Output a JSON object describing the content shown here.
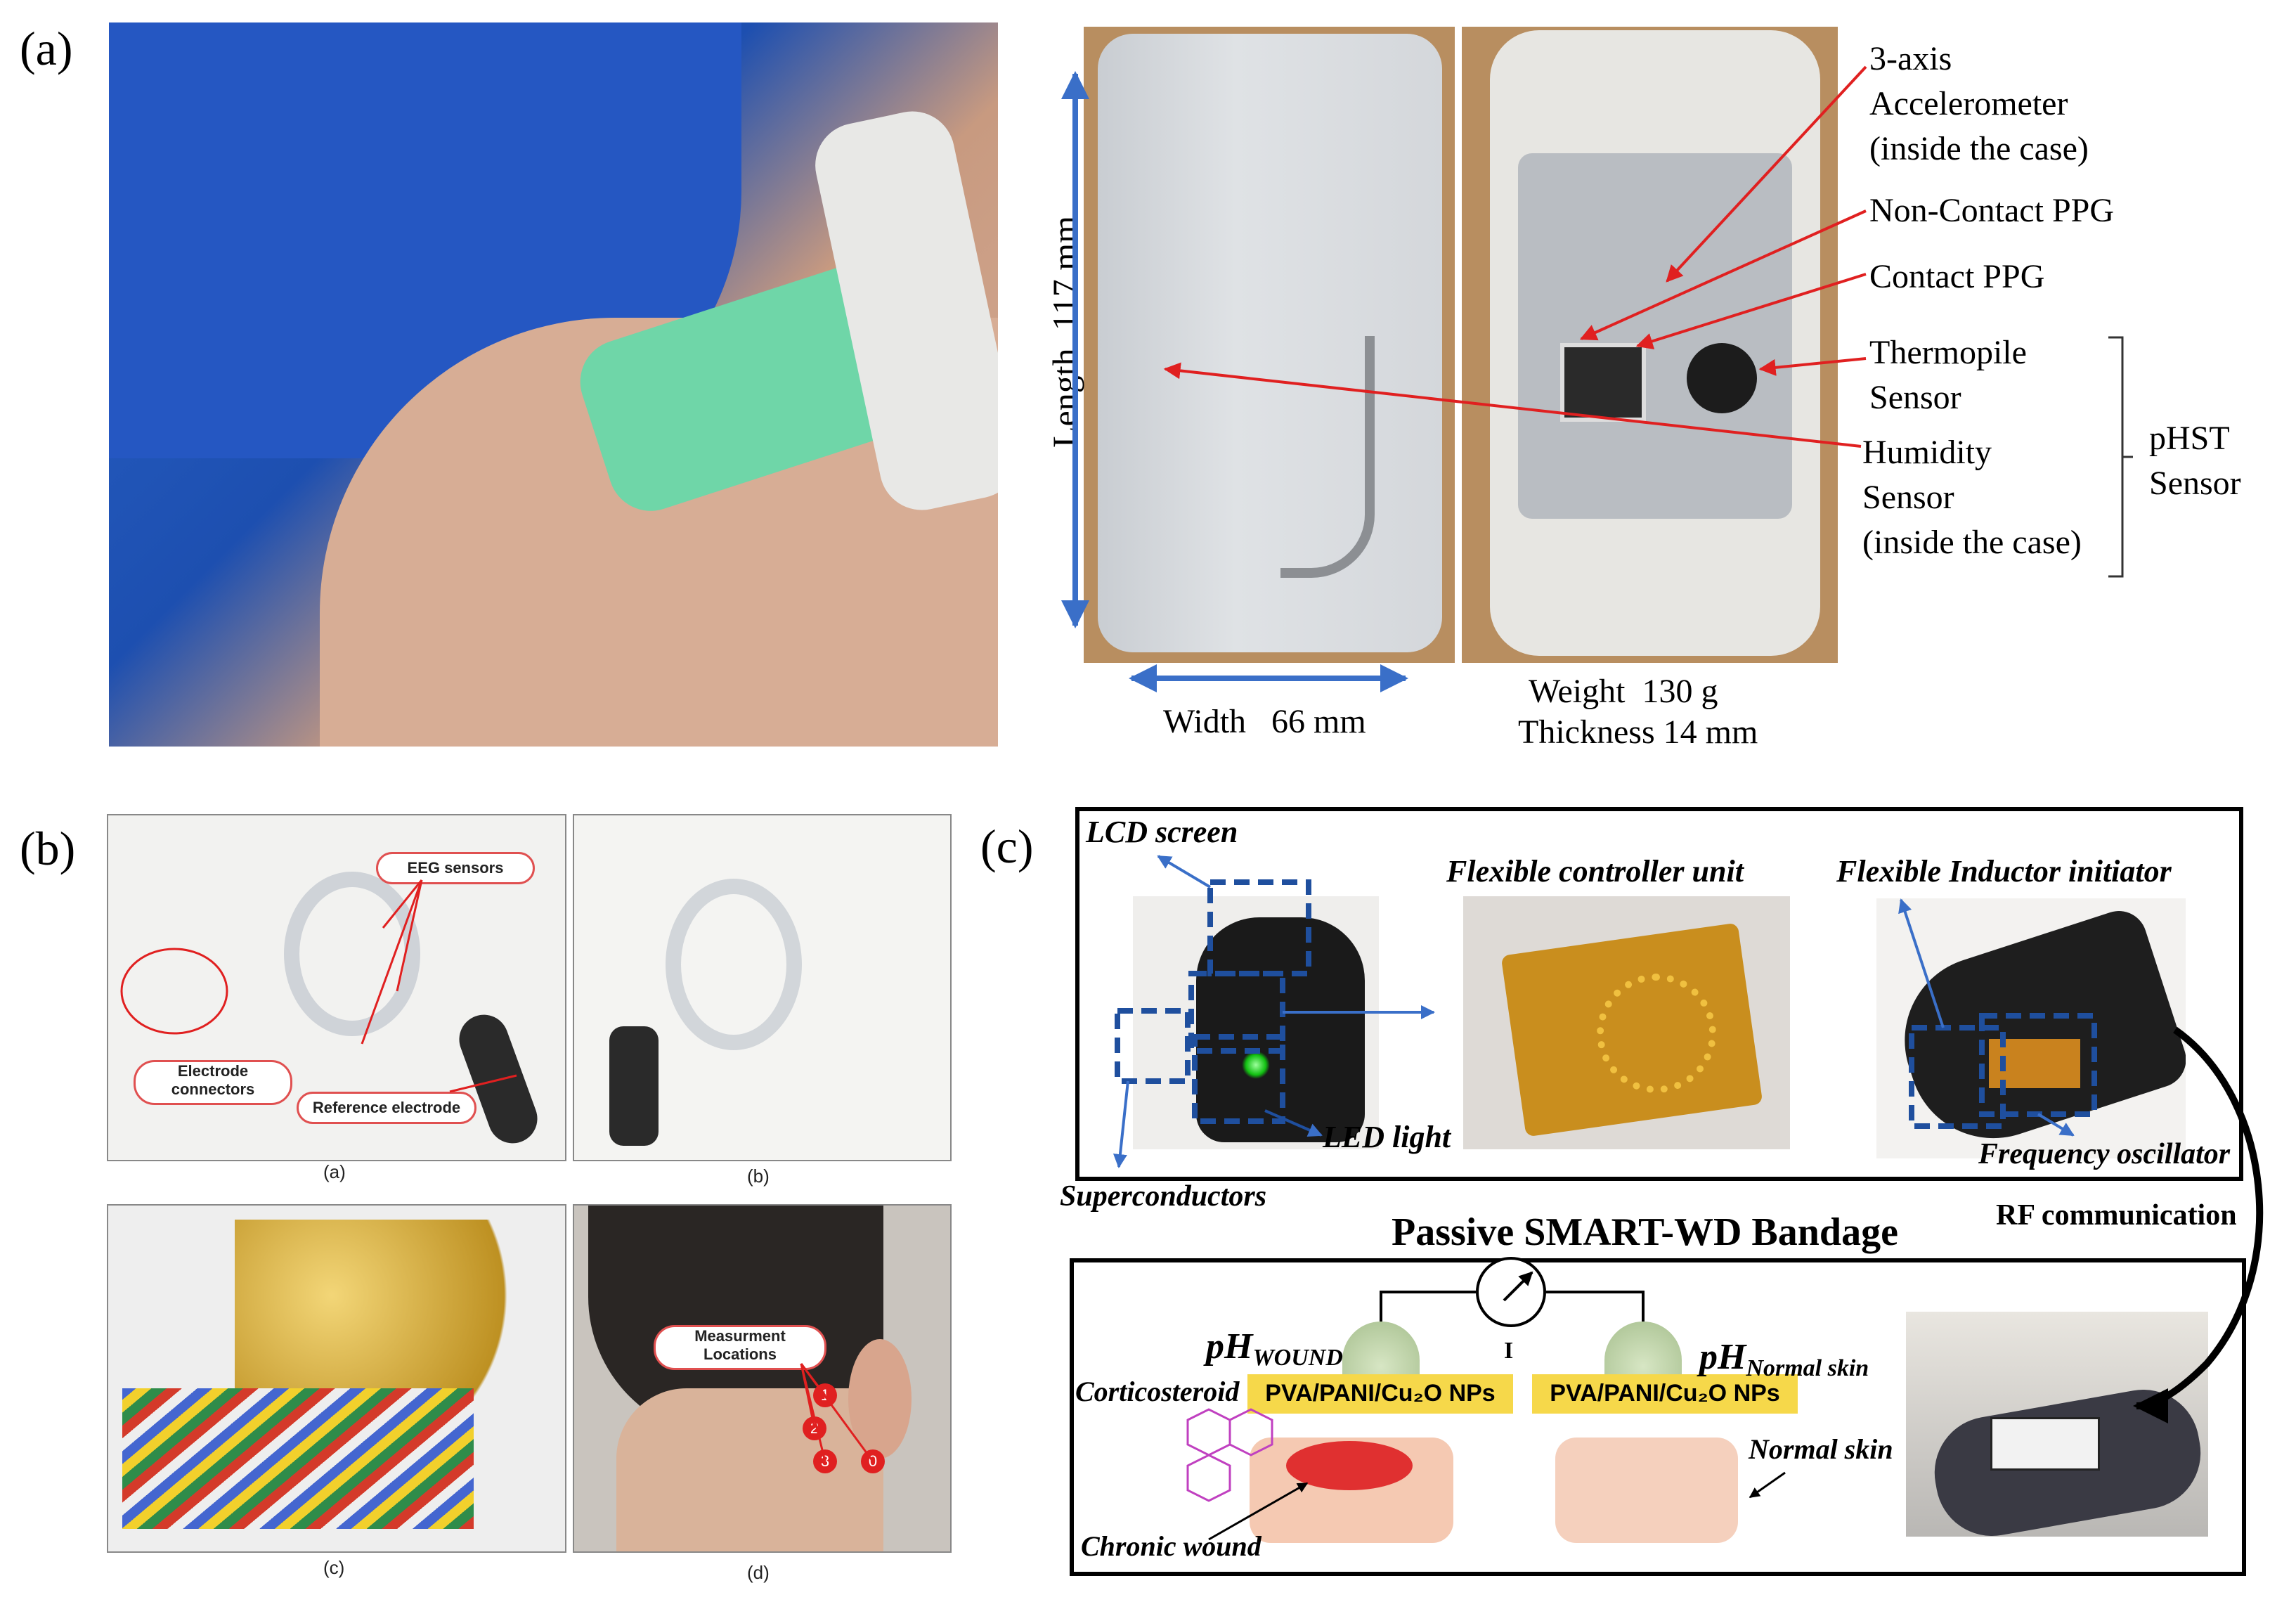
{
  "panels": {
    "a": "(a)",
    "b": "(b)",
    "c": "(c)"
  },
  "panel_a": {
    "length": "Length  117 mm",
    "width": "Width   66 mm",
    "weight": "Weight  130 g",
    "thickness": "Thickness 14 mm",
    "accelerometer": "3-axis\nAccelerometer\n(inside the case)",
    "noncontact_ppg": "Non-Contact PPG",
    "contact_ppg": "Contact PPG",
    "thermopile": "Thermopile\nSensor",
    "humidity": "Humidity\nSensor\n(inside the case)",
    "phst": "pHST\nSensor"
  },
  "panel_b": {
    "eeg_sensors": "EEG sensors",
    "electrode_connectors": "Electrode\nconnectors",
    "reference_electrode": "Reference electrode",
    "measurement_locations": "Measurment\nLocations",
    "sub_a": "(a)",
    "sub_b": "(b)",
    "sub_c": "(c)",
    "sub_d": "(d)",
    "markers": [
      "1",
      "2",
      "3",
      "0"
    ]
  },
  "panel_c": {
    "lcd_screen": "LCD screen",
    "flexible_controller": "Flexible controller unit",
    "flexible_inductor": "Flexible Inductor initiator",
    "led_light": "LED light",
    "frequency_oscillator": "Frequency oscillator",
    "superconductors": "Superconductors",
    "bandage_title": "Passive SMART-WD Bandage",
    "rf_communication": "RF communication",
    "ph_wound_main": "pH",
    "ph_wound_sub": "WOUND",
    "ph_normal_main": "pH",
    "ph_normal_sub": "Normal skin",
    "current": "I",
    "pva_left": "PVA/PANI/Cu₂O NPs",
    "pva_right": "PVA/PANI/Cu₂O NPs",
    "corticosteroid": "Corticosteroid",
    "normal_skin": "Normal skin",
    "chronic_wound": "Chronic wound"
  },
  "colors": {
    "arrow_red": "#e02020",
    "arrow_blue": "#3a6fc8",
    "dash_blue": "#1f4f9e",
    "pva_yellow": "#f6d84a"
  }
}
